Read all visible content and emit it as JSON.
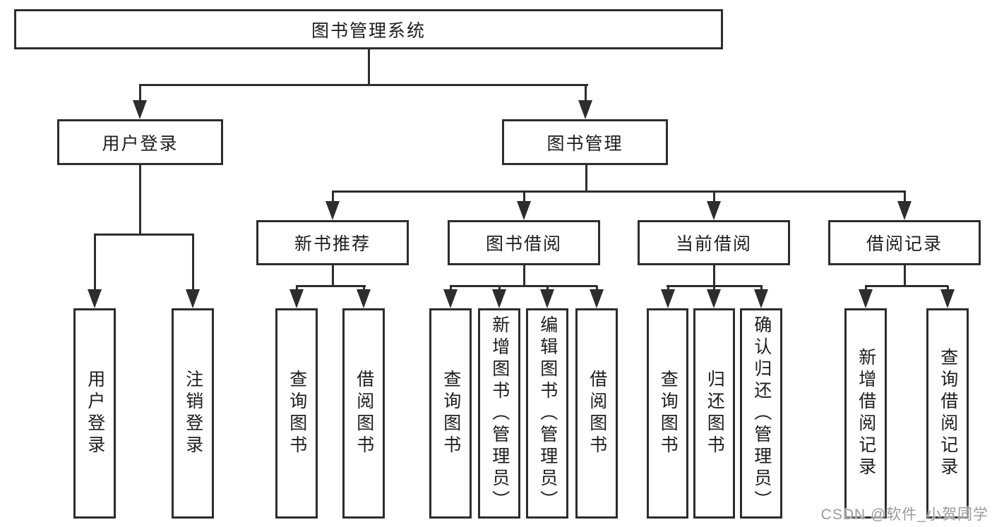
{
  "diagram_title": "图书管理系统",
  "tree": {
    "root": {
      "label": "图书管理系统"
    },
    "children": [
      {
        "label": "用户登录",
        "children": [
          {
            "label": "用户登录"
          },
          {
            "label": "注销登录"
          }
        ]
      },
      {
        "label": "图书管理",
        "children": [
          {
            "label": "新书推荐",
            "children": [
              {
                "label": "查询图书"
              },
              {
                "label": "借阅图书"
              }
            ]
          },
          {
            "label": "图书借阅",
            "children": [
              {
                "label": "查询图书"
              },
              {
                "label": "新增图书（管理员）"
              },
              {
                "label": "编辑图书（管理员）"
              },
              {
                "label": "借阅图书"
              }
            ]
          },
          {
            "label": "当前借阅",
            "children": [
              {
                "label": "查询图书"
              },
              {
                "label": "归还图书"
              },
              {
                "label": "确认归还（管理员）"
              }
            ]
          },
          {
            "label": "借阅记录",
            "children": [
              {
                "label": "新增借阅记录"
              },
              {
                "label": "查询借阅记录"
              }
            ]
          }
        ]
      }
    ]
  },
  "watermark": "CSDN @软件_小贺同学",
  "colors": {
    "line": "#2d2d2d",
    "text": "#1d1d1d",
    "watermark": "#9a9a9a",
    "background": "#ffffff"
  }
}
